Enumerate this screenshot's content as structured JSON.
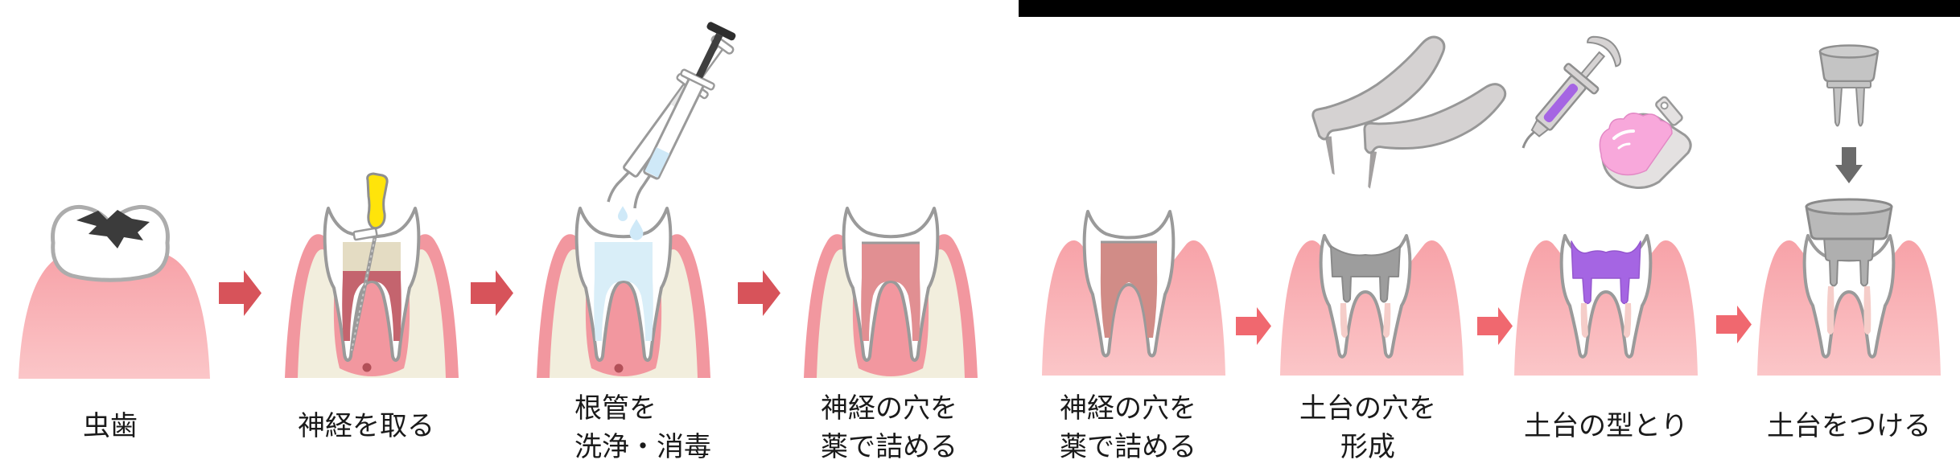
{
  "top_bar": {
    "color": "#000000"
  },
  "sections": [
    {
      "name": "root-canal-treatment",
      "step_ids": [
        1,
        2,
        3,
        4
      ]
    },
    {
      "name": "post-build-up",
      "step_ids": [
        5,
        6,
        7,
        8
      ]
    }
  ],
  "steps": [
    {
      "id": 1,
      "label_lines": [
        "虫歯"
      ],
      "icon": "decayed-tooth-icon"
    },
    {
      "id": 2,
      "label_lines": [
        "神経を取る"
      ],
      "icon": "root-canal-file-icon"
    },
    {
      "id": 3,
      "label_lines": [
        "根管を",
        "洗浄・消毒"
      ],
      "icon": "irrigation-syringes-icon"
    },
    {
      "id": 4,
      "label_lines": [
        "神経の穴を",
        "薬で詰める"
      ],
      "icon": "root-filling-icon"
    },
    {
      "id": 5,
      "label_lines": [
        "神経の穴を",
        "薬で詰める"
      ],
      "icon": "root-filling-icon"
    },
    {
      "id": 6,
      "label_lines": [
        "土台の穴を",
        "形成"
      ],
      "icon": "dental-handpieces-icon"
    },
    {
      "id": 7,
      "label_lines": [
        "土台の型とり"
      ],
      "icon": "impression-syringe-tray-icon"
    },
    {
      "id": 8,
      "label_lines": [
        "土台をつける"
      ],
      "icon": "metal-post-core-icon"
    }
  ],
  "colors": {
    "background": "#FFFFFF",
    "top-bar": "#000000",
    "text": "#1A1A1A",
    "gum": "#F9AEB3",
    "gum-top": "#F7A2A8",
    "gum-bottom": "#FBC6C8",
    "jaw-pink": "#F2979F",
    "bone": "#F2EEDD",
    "tooth": "#FFFFFF",
    "outline": "#9A9A9A",
    "cavity": "#3B3B3B",
    "pulp-red": "#C4646E",
    "dentin": "#E4DCC3",
    "file-yellow": "#FFE40A",
    "rinse-blue": "#D9EEF8",
    "medicine-salmon": "#E18F92",
    "medicine-rose": "#D18C87",
    "metal-gray": "#9D9D9D",
    "core-gray": "#AFAFAF",
    "cap-gray": "#B9B9B9",
    "purple": "#A565E3",
    "tray-pink": "#F8A8DB",
    "tool-gray": "#D5D2D2",
    "canal-pale": "#F5CDC9",
    "apex-dot": "#B25058",
    "drop-blue": "#CFE9F8",
    "arrow-left": "#D7535A",
    "arrow-right": "#F0686F",
    "arrow-down": "#6B6B6B"
  }
}
